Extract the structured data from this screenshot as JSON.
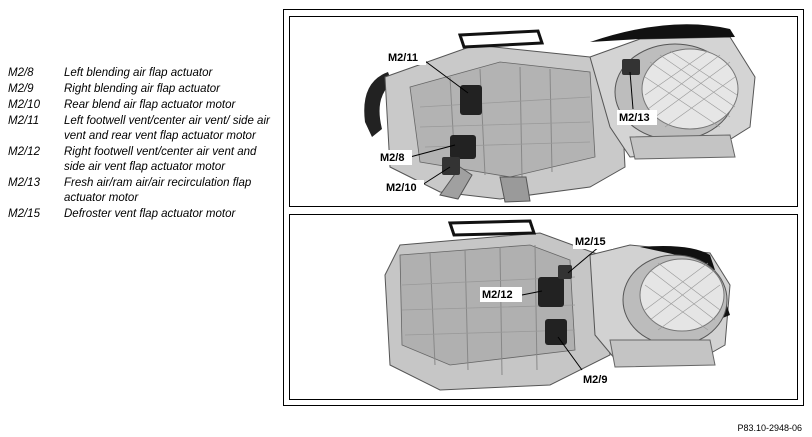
{
  "legend": [
    {
      "code": "M2/8",
      "desc": "Left blending air flap actuator"
    },
    {
      "code": "M2/9",
      "desc": "Right blending air flap actuator"
    },
    {
      "code": "M2/10",
      "desc": "Rear blend air flap actuator motor"
    },
    {
      "code": "M2/11",
      "desc": "Left footwell vent/center air vent/ side air vent and rear vent flap actuator motor"
    },
    {
      "code": "M2/12",
      "desc": "Right footwell vent/center air vent and side air vent flap actuator motor"
    },
    {
      "code": "M2/13",
      "desc": "Fresh air/ram air/air recirculation flap actuator motor"
    },
    {
      "code": "M2/15",
      "desc": "Defroster vent flap actuator motor"
    }
  ],
  "top_panel": {
    "callouts": [
      "M2/11",
      "M2/13",
      "M2/8",
      "M2/10"
    ]
  },
  "bottom_panel": {
    "callouts": [
      "M2/15",
      "M2/12",
      "M2/9"
    ]
  },
  "figure_ref": "P83.10-2948-06"
}
